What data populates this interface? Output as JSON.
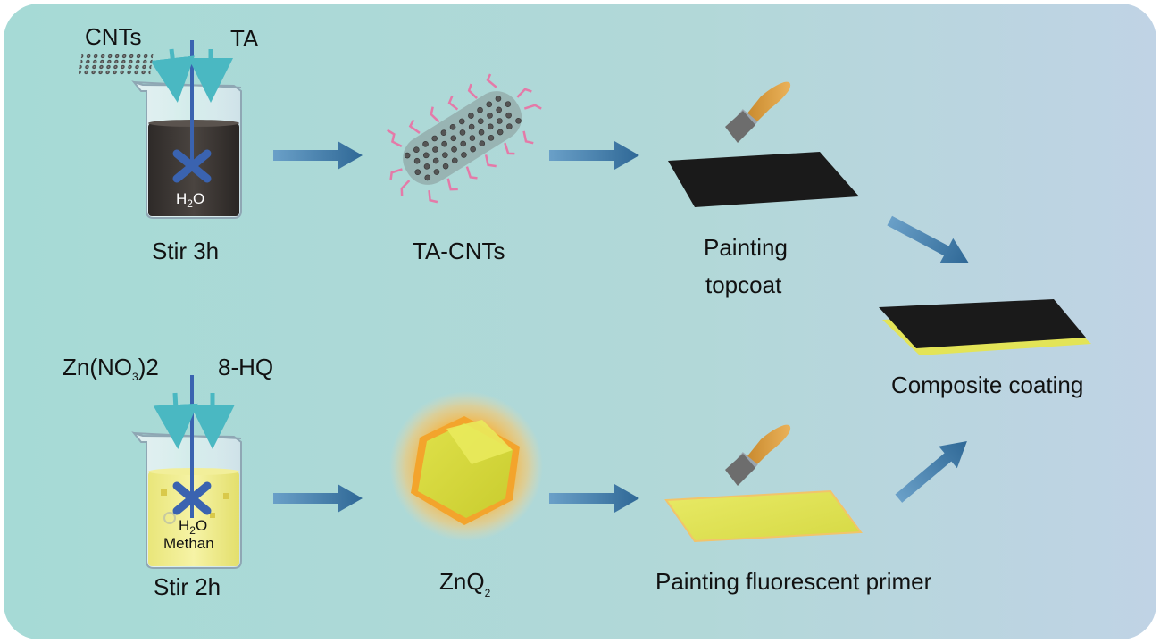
{
  "top": {
    "reagent_a": "CNTs",
    "reagent_b": "TA",
    "solvent": "H",
    "solvent_sub": "2",
    "solvent_tail": "O",
    "step_label": "Stir 3h",
    "product_label": "TA-CNTs",
    "coat_label_line1": "Painting",
    "coat_label_line2": "topcoat"
  },
  "bottom": {
    "reagent_a_main": "Zn(NO",
    "reagent_a_sub": "3",
    "reagent_a_tail": ")2",
    "reagent_b": "8-HQ",
    "solvent": "H",
    "solvent_sub": "2",
    "solvent_tail": "O",
    "solvent_2": "Methan",
    "step_label": "Stir 2h",
    "product_main": "ZnQ",
    "product_sub": "2",
    "coat_label": "Painting fluorescent primer"
  },
  "result": {
    "label": "Composite coating"
  },
  "colors": {
    "background_left": "#a6dad6",
    "background_right": "#c0d3e5",
    "arrow": "#3f77a6",
    "feed_arrow": "#4ab8c2",
    "topcoat": "#1a1a1a",
    "primer": "#e3e457",
    "glow": "#f7a52e"
  }
}
